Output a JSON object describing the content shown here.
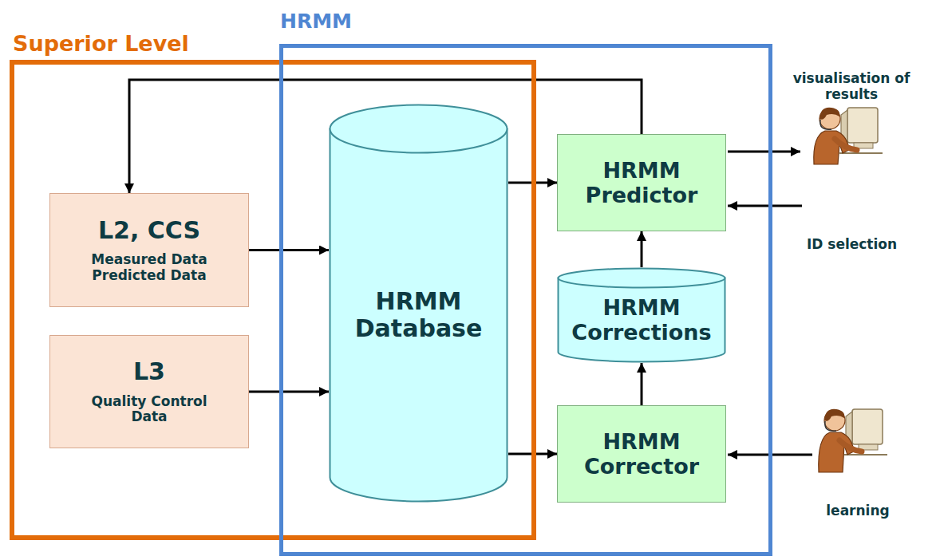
{
  "diagram": {
    "nodes": [
      {
        "text": [
          "Superior Level"
        ]
      },
      {
        "text": [
          "HRMM"
        ]
      },
      {
        "text": [
          "L2, CCS",
          "Measured Data Predicted Data"
        ],
        "in": 0
      },
      {
        "text": [
          "L3",
          "Quality Control Data"
        ],
        "in": 0
      },
      {
        "text": [
          "HRMM Database"
        ],
        "in": 1
      },
      {
        "text": [
          "HRMM Predictor"
        ],
        "in": 1
      },
      {
        "text": [
          "HRMM Corrections"
        ],
        "in": 1
      },
      {
        "text": [
          "HRMM Corrector"
        ],
        "in": 1
      }
    ],
    "edges": [
      {
        "from": 2,
        "to": 4,
        "arrow": "to"
      },
      {
        "from": 3,
        "to": 4,
        "arrow": "to"
      },
      {
        "from": 4,
        "to": 5,
        "arrow": "to"
      },
      {
        "from": 4,
        "to": 7,
        "arrow": "to"
      },
      {
        "from": 7,
        "to": 6,
        "arrow": "to"
      },
      {
        "from": 6,
        "to": 5,
        "arrow": "to"
      },
      {
        "from": 5,
        "to": 2,
        "arrow": "to"
      }
    ],
    "labels": [
      "visualisation of results",
      "ID selection",
      "learning"
    ]
  }
}
